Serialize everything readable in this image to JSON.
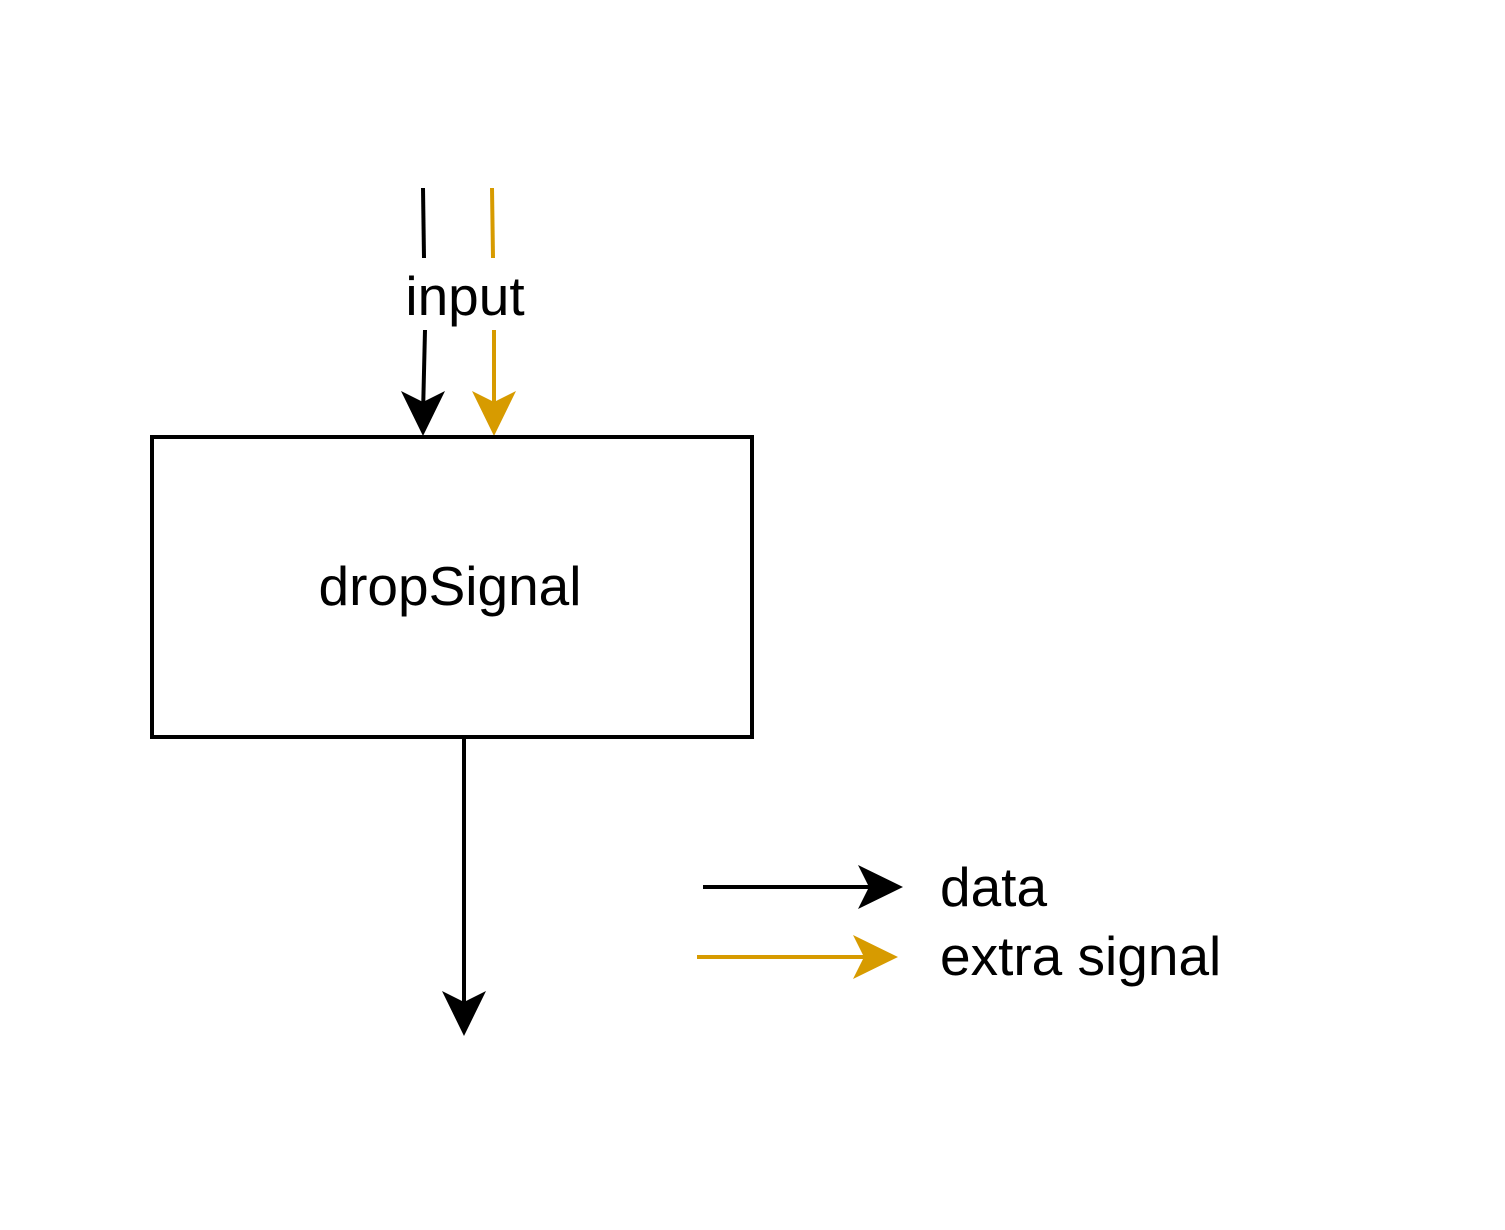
{
  "diagram": {
    "input_label": "input",
    "block_label": "dropSignal",
    "legend": {
      "data": {
        "label": "data",
        "color": "#000000"
      },
      "extra_signal": {
        "label": "extra signal",
        "color": "#d79b00"
      }
    }
  }
}
